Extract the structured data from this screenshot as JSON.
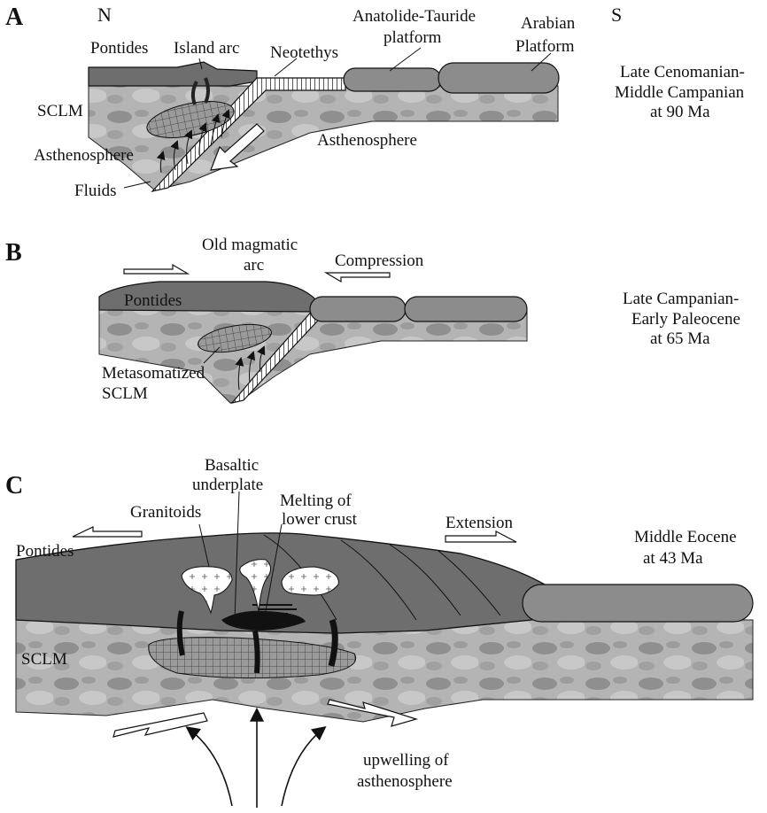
{
  "panelA": {
    "letter": "A",
    "north": "N",
    "south": "S",
    "pontides": "Pontides",
    "island_arc": "Island arc",
    "neotethys": "Neotethys",
    "anatolide_1": "Anatolide-Tauride",
    "anatolide_2": "platform",
    "arabian_1": "Arabian",
    "arabian_2": "Platform",
    "sclm": "SCLM",
    "asthenosphere_left": "Asthenosphere",
    "asthenosphere_right": "Asthenosphere",
    "fluids": "Fluids",
    "age_1": "Late Cenomanian-",
    "age_2": "Middle Campanian",
    "age_3": "at 90 Ma"
  },
  "panelB": {
    "letter": "B",
    "old_arc_1": "Old magmatic",
    "old_arc_2": "arc",
    "compression": "Compression",
    "pontides": "Pontides",
    "metasomatized": "Metasomatized",
    "sclm": "SCLM",
    "age_1": "Late Campanian-",
    "age_2": "Early Paleocene",
    "age_3": "at 65 Ma"
  },
  "panelC": {
    "letter": "C",
    "basaltic_1": "Basaltic",
    "basaltic_2": "underplate",
    "melting_1": "Melting of",
    "melting_2": "lower crust",
    "granitoids": "Granitoids",
    "extension": "Extension",
    "pontides": "Pontides",
    "sclm": "SCLM",
    "upwelling_1": "upwelling of",
    "upwelling_2": "asthenosphere",
    "age_1": "Middle Eocene",
    "age_2": "at 43 Ma"
  },
  "colors": {
    "crust_dark": "#6e6e6e",
    "platform": "#8c8c8c",
    "mantle": "#a9a9a9",
    "outline": "#111111"
  }
}
